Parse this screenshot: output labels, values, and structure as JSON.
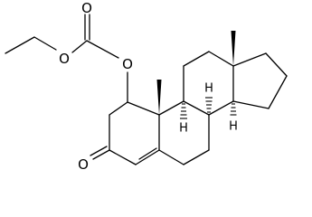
{
  "molecule": {
    "atom_labels": {
      "carbonate_oxygen_ester": "O",
      "carbonate_oxygen_carbonyl": "O",
      "ring_oxygen_link": "O",
      "ketone_oxygen": "O",
      "h_c9": "H",
      "h_c8": "H",
      "h_c14": "H"
    },
    "colors": {
      "bond": "#000000",
      "background": "#ffffff"
    }
  }
}
